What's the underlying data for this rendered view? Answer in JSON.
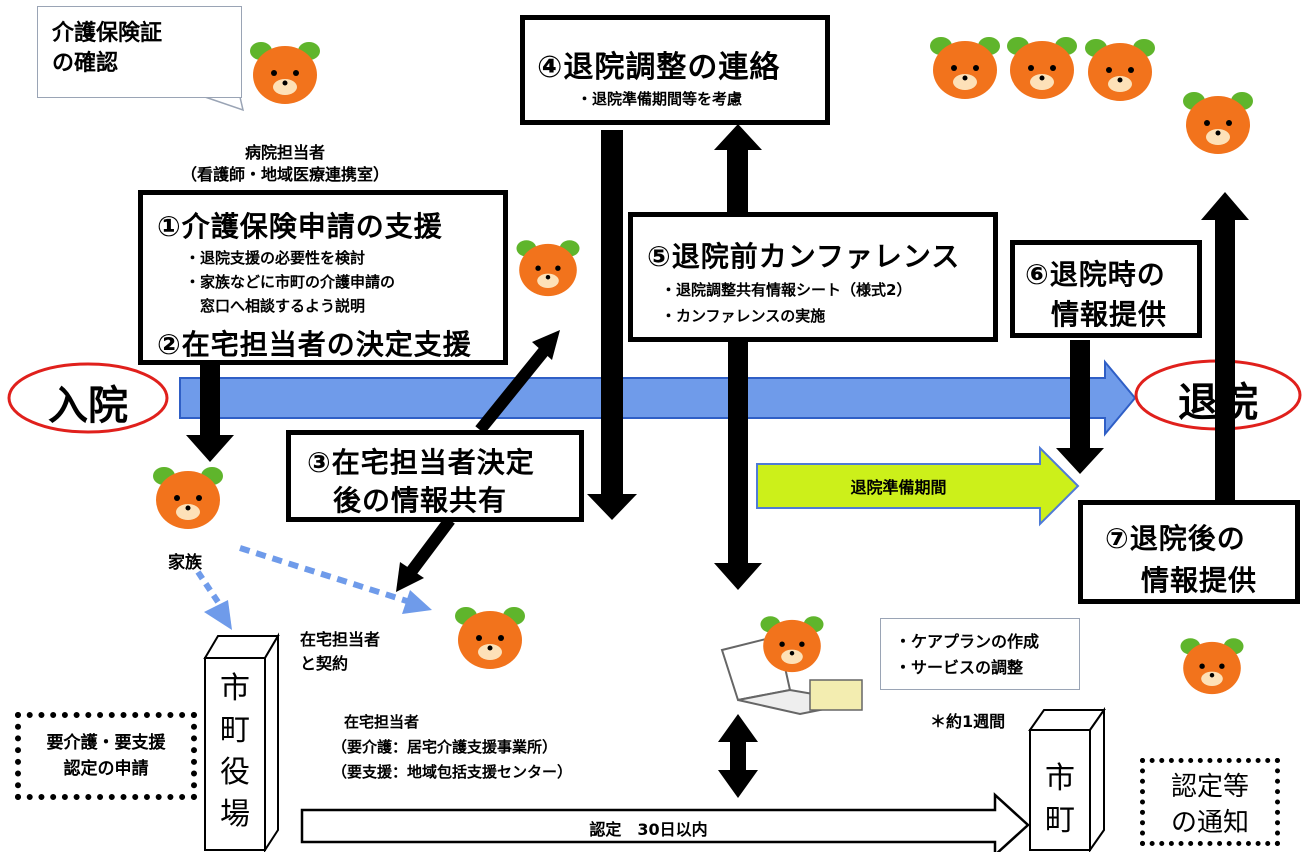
{
  "callout_top_left": {
    "line1": "介護保険証",
    "line2": "の確認"
  },
  "hospital_staff": {
    "line1": "病院担当者",
    "line2": "（看護師・地域医療連携室）"
  },
  "box1": {
    "title1": "①介護保険申請の支援",
    "bullet1": "・退院支援の必要性を検討",
    "bullet2": "・家族などに市町の介護申請の",
    "bullet2b": "　窓口へ相談するよう説明",
    "title2": "②在宅担当者の決定支援"
  },
  "box3": {
    "line1": "③在宅担当者決定",
    "line2": "後の情報共有"
  },
  "box4": {
    "title": "④退院調整の連絡",
    "bullet": "・退院準備期間等を考慮"
  },
  "box5": {
    "title": "⑤退院前カンファレンス",
    "bullet1": "・退院調整共有情報シート（様式2）",
    "bullet2": "・カンファレンスの実施"
  },
  "box6": {
    "line1": "⑥退院時の",
    "line2": "情報提供"
  },
  "box7": {
    "line1": "⑦退院後の",
    "line2": "情報提供"
  },
  "admission": "入院",
  "discharge": "退院",
  "prep_period": "退院準備期間",
  "family": "家族",
  "contract": {
    "line1": "在宅担当者",
    "line2": "と契約"
  },
  "home_staff": {
    "line1": "在宅担当者",
    "line2": "（要介護：居宅介護支援事業所）",
    "line3": "（要支援：地域包括支援センター）"
  },
  "careplan": {
    "line1": "・ケアプランの作成",
    "line2": "・サービスの調整"
  },
  "city_office": [
    "市",
    "町",
    "役",
    "場"
  ],
  "city": [
    "市",
    "町"
  ],
  "application": {
    "line1": "要介護・要支援",
    "line2": "認定の申請"
  },
  "notification": {
    "line1": "認定等",
    "line2": "の通知"
  },
  "week": "＊約1週間",
  "certification": "認定　30日以内",
  "colors": {
    "blue_arrow": "#6f9bea",
    "green_arrow": "#ccf01a",
    "red_ellipse": "#e0201c",
    "mascot_orange": "#f2731c",
    "mascot_green": "#5fb52c"
  }
}
